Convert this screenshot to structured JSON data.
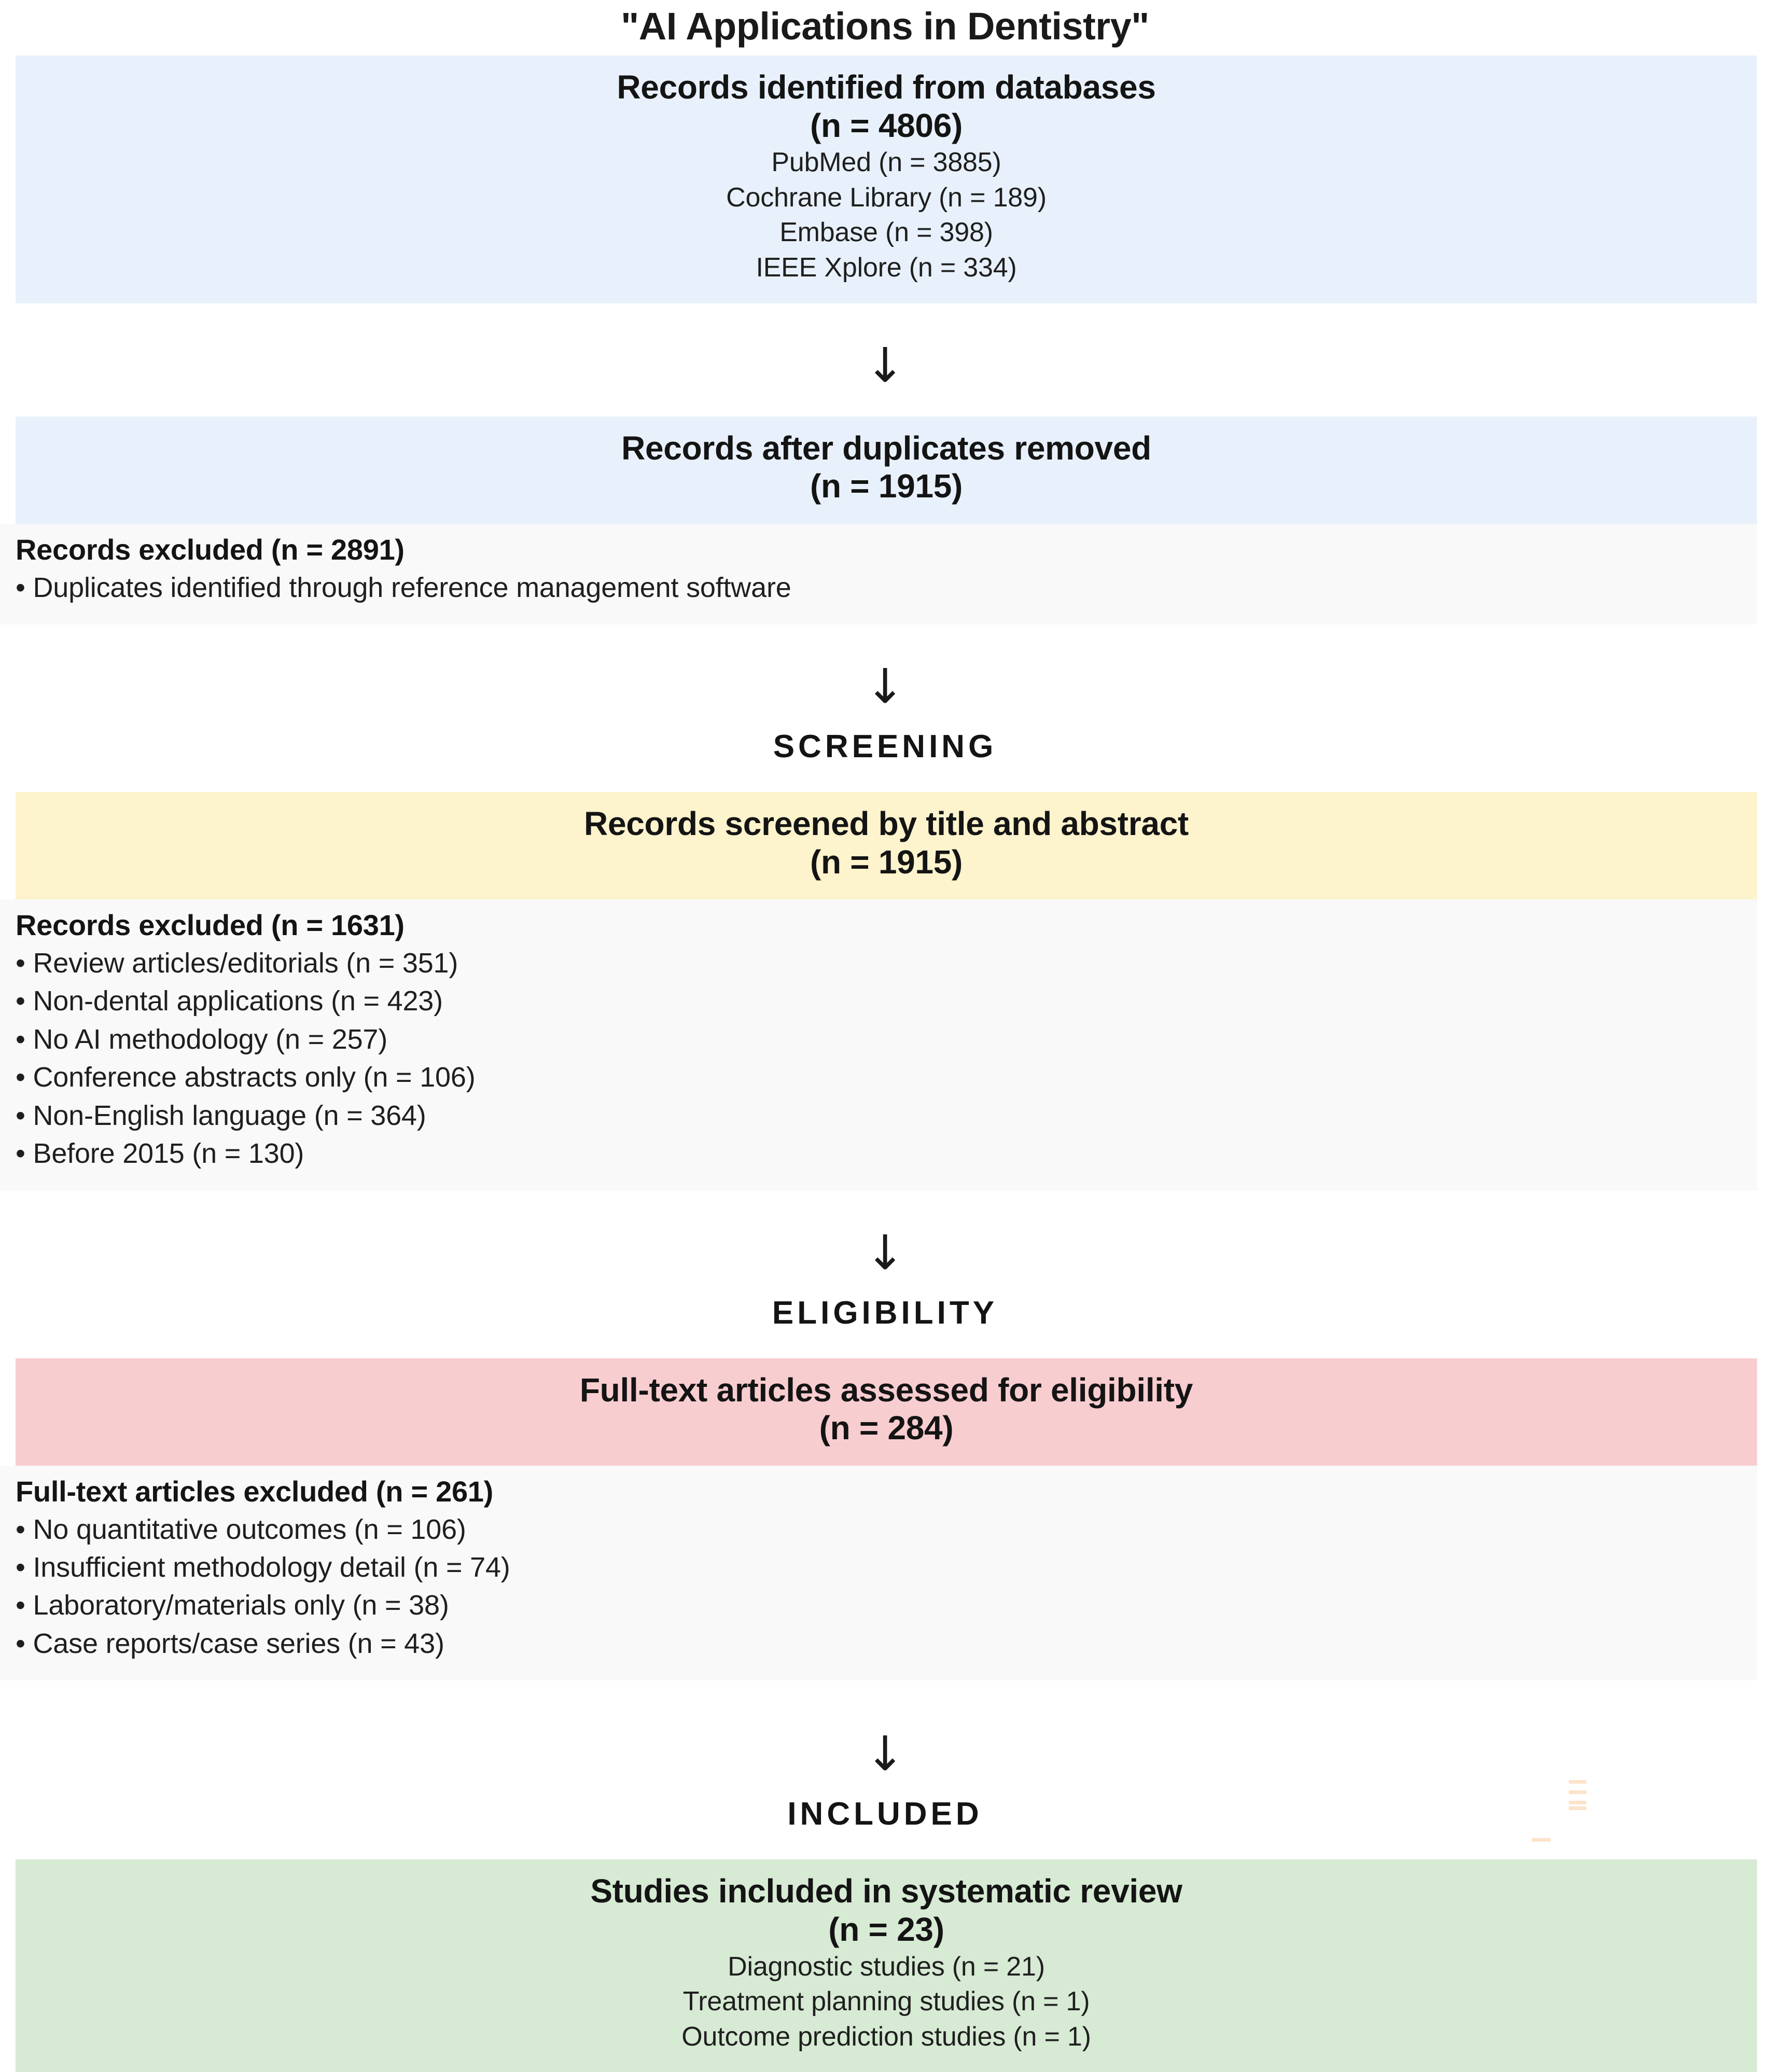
{
  "title": "\"AI Applications in Dentistry\"",
  "colors": {
    "identification_box": "#e8f1fb",
    "screening_box": "#fdf3cd",
    "eligibility_box": "#f8cdd0",
    "included_box": "#d7ead4",
    "exclusion_band": "#f9f9fa",
    "text": "#1a1a1a",
    "page_background": "#ffffff"
  },
  "arrow_glyph": "↓",
  "stages": {
    "screening_label": "SCREENING",
    "eligibility_label": "ELIGIBILITY",
    "included_label": "INCLUDED"
  },
  "identification": {
    "heading": "Records identified from databases",
    "count": "(n = 4806)",
    "sources": [
      "PubMed (n = 3885)",
      "Cochrane Library (n = 189)",
      "Embase (n = 398)",
      "IEEE Xplore (n = 334)"
    ]
  },
  "duplicates": {
    "heading": "Records after duplicates removed",
    "count": "(n = 1915)"
  },
  "duplicates_excluded": {
    "title": "Records excluded (n = 2891)",
    "items": [
      "• Duplicates identified through reference management software"
    ]
  },
  "screening": {
    "heading": "Records screened by title and abstract",
    "count": "(n = 1915)"
  },
  "screening_excluded": {
    "title": "Records excluded (n = 1631)",
    "items": [
      "• Review articles/editorials (n = 351)",
      "• Non-dental applications (n = 423)",
      "• No AI methodology (n = 257)",
      "• Conference abstracts only (n = 106)",
      "• Non-English language (n = 364)",
      "• Before 2015 (n = 130)"
    ]
  },
  "eligibility": {
    "heading": "Full-text articles assessed for eligibility",
    "count": "(n = 284)"
  },
  "eligibility_excluded": {
    "title": "Full-text articles excluded (n = 261)",
    "items": [
      "• No quantitative outcomes (n = 106)",
      "• Insufficient methodology detail (n = 74)",
      "• Laboratory/materials only (n = 38)",
      "• Case reports/case series (n = 43)"
    ]
  },
  "included": {
    "heading": "Studies included in systematic review",
    "count": "(n = 23)",
    "breakdown": [
      "Diagnostic studies (n = 21)",
      "Treatment planning studies (n = 1)",
      "Outcome prediction studies (n = 1)"
    ]
  }
}
